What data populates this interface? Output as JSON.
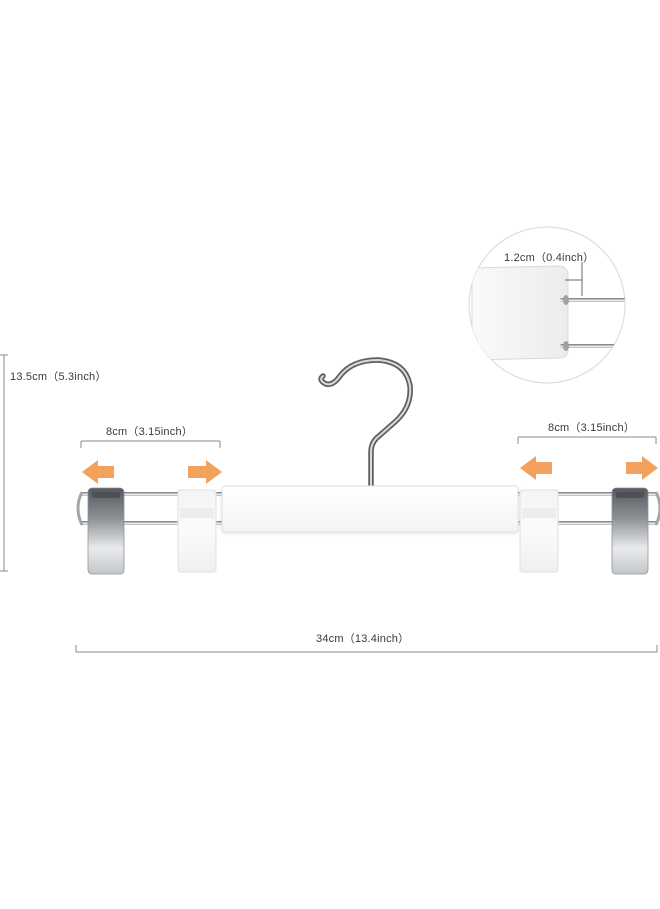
{
  "dimensions": {
    "height": "13.5cm（5.3inch）",
    "left_clip": "8cm（3.15inch）",
    "right_clip": "8cm（3.15inch）",
    "total_width": "34cm（13.4inch）",
    "bar_thickness": "1.2cm（0.4inch）"
  },
  "colors": {
    "arrow": "#f2a25c",
    "dimension_line": "#8a8a8a",
    "chrome": "#b8bcc0",
    "bar": "#fbfbfb",
    "background": "#ffffff"
  }
}
